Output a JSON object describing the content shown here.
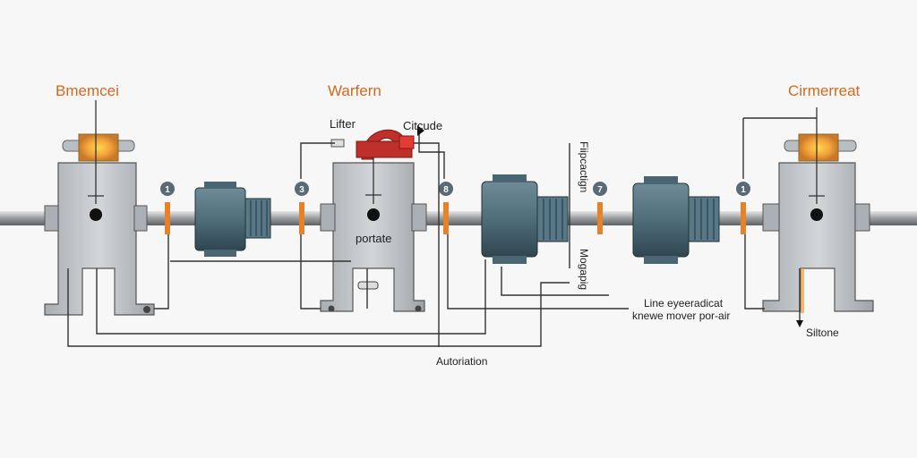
{
  "labels": {
    "left_top": "Bmemcei",
    "center_top": "Warfern",
    "right_top": "Cirmerreat",
    "lifter": "Lifter",
    "citcude": "Citcude",
    "portate": "portate",
    "vertical_top": "Fiipcactign",
    "vertical_bottom": "Mogapig",
    "line_note_1": "Line eyeeradicat",
    "line_note_2": "knewe mover por-air",
    "siltone": "Siltone",
    "authorization": "Autoriation"
  },
  "markers": [
    "1",
    "3",
    "8",
    "7",
    "1"
  ],
  "colors": {
    "accent_orange": "#d2691e",
    "coupling_orange": "#e8822a",
    "motor_steel": "#4f6d7a",
    "housing_gray": "#c5c9cd",
    "valve_red": "#c0302b"
  }
}
